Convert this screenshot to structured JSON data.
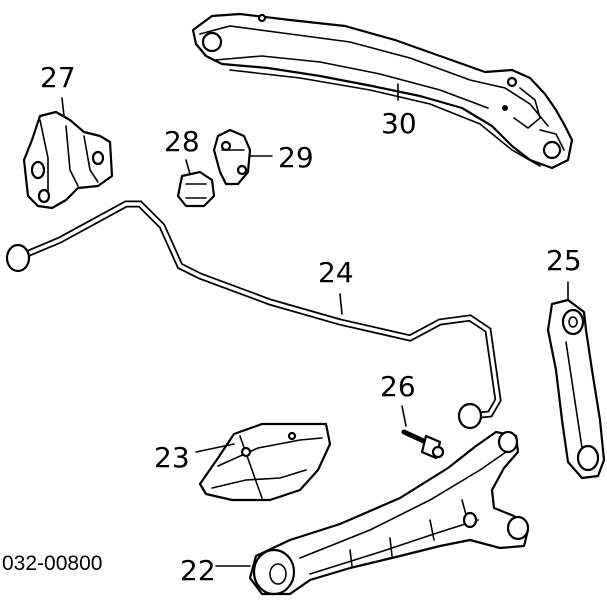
{
  "diagram": {
    "part_labels": {
      "p22": "22",
      "p23": "23",
      "p24": "24",
      "p25": "25",
      "p26": "26",
      "p27": "27",
      "p28": "28",
      "p29": "29",
      "p30": "30"
    },
    "drawing_number": "032-00800"
  }
}
